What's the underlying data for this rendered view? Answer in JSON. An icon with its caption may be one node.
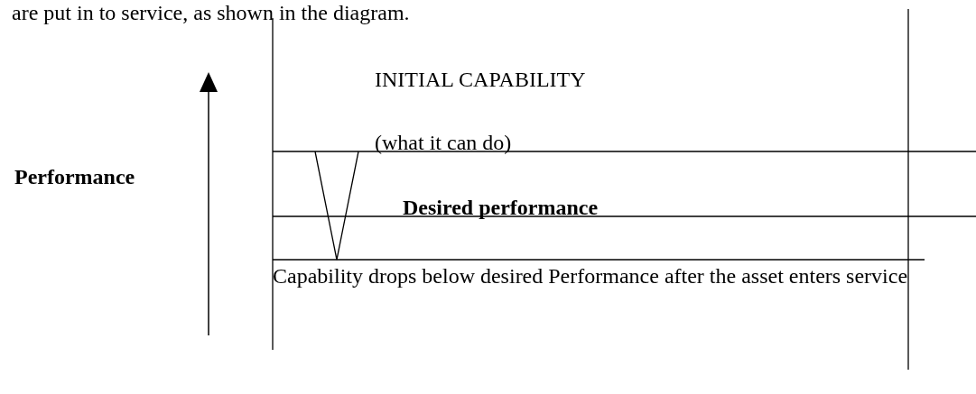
{
  "diagram": {
    "labels": [
      "are put in to service, as shown in the diagram.",
      "INITIAL CAPABILITY",
      "(what it can do)",
      "Performance",
      "Desired performance",
      "Capability drops below desired Performance after the asset enters service"
    ]
  }
}
